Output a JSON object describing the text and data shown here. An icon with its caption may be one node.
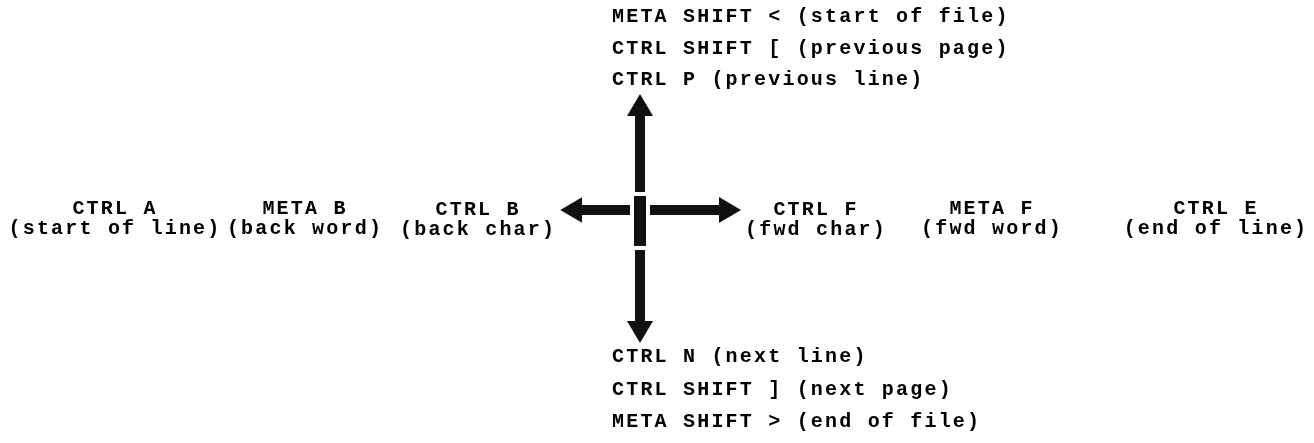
{
  "diagram": {
    "nodes": [
      {
        "text": [],
        "shape": "box"
      },
      {
        "text": [
          "CTRL P (previous line)"
        ]
      },
      {
        "text": [
          "CTRL B",
          "(back char)"
        ]
      },
      {
        "text": [
          "CTRL F",
          "(fwd char)"
        ]
      },
      {
        "text": [
          "CTRL N (next line)"
        ]
      }
    ],
    "edges": [
      {
        "from": 0,
        "to": 1,
        "arrow": "to"
      },
      {
        "from": 0,
        "to": 2,
        "arrow": "to"
      },
      {
        "from": 0,
        "to": 3,
        "arrow": "to"
      },
      {
        "from": 0,
        "to": 4,
        "arrow": "to"
      }
    ],
    "labels": [
      "META SHIFT < (start of file)",
      "CTRL SHIFT [ (previous page)",
      "CTRL A",
      "(start of line)",
      "META B",
      "(back word)",
      "META F",
      "(fwd word)",
      "CTRL E",
      "(end of line)",
      "CTRL SHIFT ] (next page)",
      "META SHIFT > (end of file)"
    ]
  }
}
